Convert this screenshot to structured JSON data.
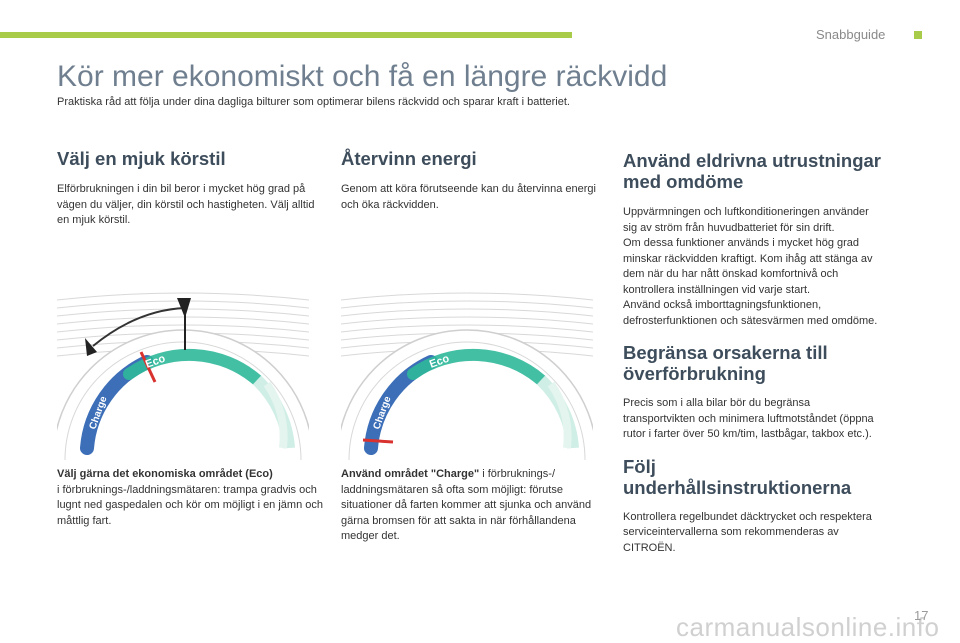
{
  "header": {
    "section": "Snabbguide",
    "accent_color": "#a8cc4a"
  },
  "title": "Kör mer ekonomiskt och få en längre räckvidd",
  "subtitle": "Praktiska råd att följa under dina dagliga bilturer som optimerar bilens räckvidd och sparar kraft i batteriet.",
  "col1": {
    "heading": "Välj en mjuk körstil",
    "body": "Elförbrukningen i din bil beror i mycket hög grad på vägen du väljer, din körstil och hastigheten. Välj alltid en mjuk körstil.",
    "caption_bold": "Välj gärna det ekonomiska området (Eco)",
    "caption": "i förbruknings-/laddningsmätaren: trampa gradvis och lugnt ned gaspedalen och kör om möjligt i en jämn och måttlig fart."
  },
  "col2": {
    "heading": "Återvinn energi",
    "body": "Genom att köra förutseende kan du återvinna energi och öka räckvidden.",
    "caption_bold": "Använd området \"Charge\"",
    "caption": " i förbruknings-/ laddningsmätaren så ofta som möjligt: förutse situationer då farten kommer att sjunka och använd gärna bromsen för att sakta in när förhållandena medger det."
  },
  "col3": {
    "heading1": "Använd eldrivna utrustningar med omdöme",
    "body1": "Uppvärmningen och luftkonditioneringen använder sig av ström från huvudbatteriet för sin drift.",
    "body1b": "Om dessa funktioner används i mycket hög grad minskar räckvidden kraftigt. Kom ihåg att stänga av dem när du har nått önskad komfortnivå och kontrollera inställningen vid varje start.",
    "body1c": "Använd också imborttagningsfunktionen, defrosterfunktionen och sätesvärmen med omdöme.",
    "heading2": "Begränsa orsakerna till överförbrukning",
    "body2": "Precis som i alla bilar bör du begränsa transportvikten och minimera luftmotståndet (öppna rutor i farter över 50 km/tim, lastbågar, takbox etc.).",
    "heading3": "Följ underhållsinstruktionerna",
    "body3": "Kontrollera regelbundet däcktrycket och respektera serviceintervallerna som rekommenderas av CITROËN."
  },
  "gauge": {
    "eco_label": "Eco",
    "charge_label": "Charge",
    "eco_color": "#2fb89a",
    "charge_color": "#3d6fb8",
    "marker_color": "#d8312e"
  },
  "footer": {
    "page": "17",
    "watermark": "carmanualsonline.info"
  }
}
